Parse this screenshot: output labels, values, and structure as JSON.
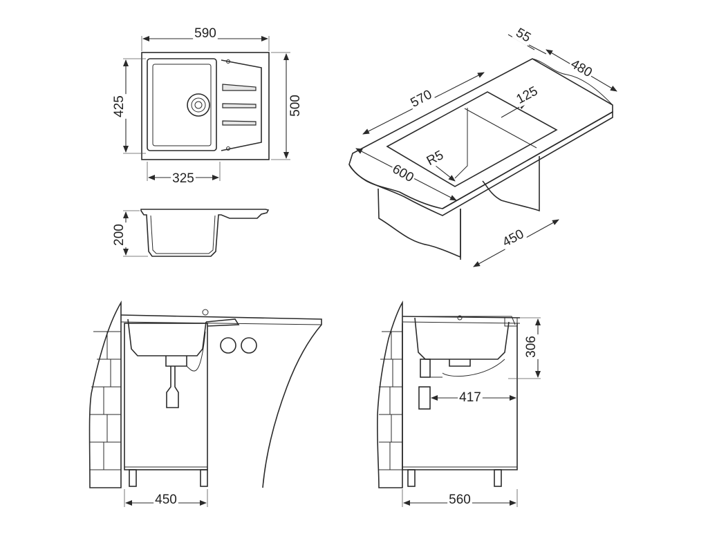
{
  "colors": {
    "line": "#2a2a2a",
    "background": "#ffffff",
    "shade": "#e6e6e6"
  },
  "top_view": {
    "overall_width": "590",
    "overall_depth": "500",
    "bowl_depth": "425",
    "bowl_width": "325"
  },
  "side_view": {
    "depth": "200"
  },
  "iso_view": {
    "cutout_thickness": "55",
    "cutout_depth": "480",
    "cutout_width": "570",
    "bowl_offset": "125",
    "corner_radius": "R5",
    "cabinet_width": "600",
    "cabinet_depth": "450"
  },
  "front_section": {
    "cabinet_width": "450"
  },
  "side_section": {
    "height": "306",
    "drain_offset": "417",
    "cabinet_depth": "560"
  }
}
